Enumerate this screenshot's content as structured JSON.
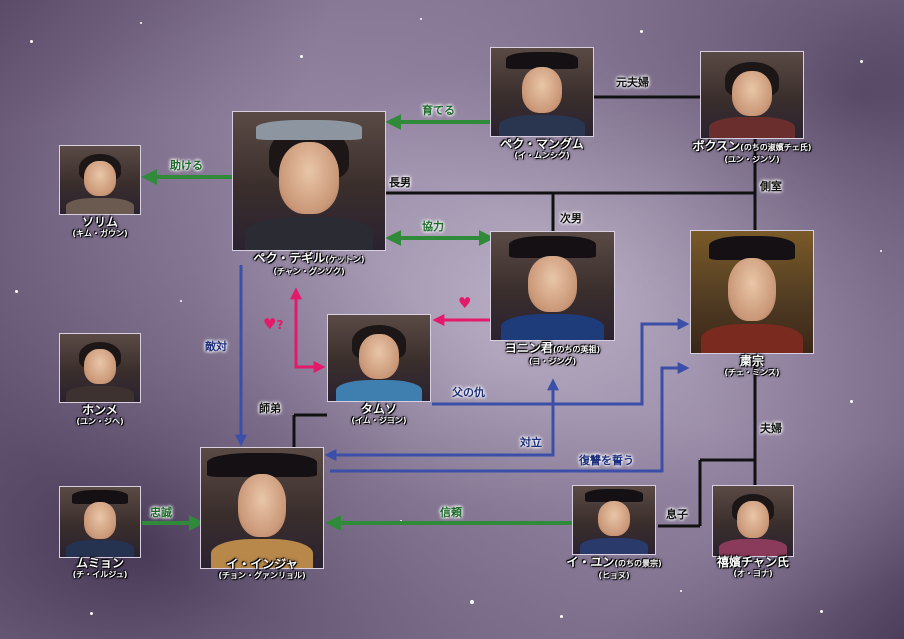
{
  "people": {
    "sorimu": {
      "name": "ソリム",
      "actor": "(キム・ガウン)"
    },
    "homme": {
      "name": "ホンメ",
      "actor": "(ユン・ジヘ)"
    },
    "muyon": {
      "name": "ムミョン",
      "actor": "(チ・イルジュ)"
    },
    "tegiru": {
      "name": "ペク・テギル",
      "note": "(ケットン)",
      "actor": "(チャン・グンソク)"
    },
    "mangumu": {
      "name": "ペク・マングム",
      "actor": "(イ・ムンシク)"
    },
    "bokusun": {
      "name": "ボクスン",
      "note": "(のちの淑嬪チェ氏)",
      "actor": "(ユン・ジンソ)"
    },
    "tamuso": {
      "name": "タムソ",
      "actor": "(イム・ジヨン)"
    },
    "yoningun": {
      "name": "ヨニン君",
      "note": "(のちの英祖)",
      "actor": "(ヨ・ジング)"
    },
    "shukusou": {
      "name": "粛宗",
      "actor": "(チェ・ミンス)"
    },
    "injwa": {
      "name": "イ・インジャ",
      "actor": "(チョン・グァンリョル)"
    },
    "iyun": {
      "name": "イ・ユン",
      "note": "(のちの景宗)",
      "actor": "(ヒョヌ)"
    },
    "chanshi": {
      "name": "禧嬪チャン氏",
      "actor": "(オ・ヨナ)"
    }
  },
  "relations": {
    "sodateru": "育てる",
    "motofufu": "元夫婦",
    "tasukeru": "助ける",
    "chonan": "長男",
    "sokushitsu": "側室",
    "kyoryoku": "協力",
    "jinan": "次男",
    "question_mark": "?",
    "tekitai": "敵対",
    "shitei": "師弟",
    "chichi_no_ada": "父の仇",
    "tairitsu": "対立",
    "fufu": "夫婦",
    "fukushu": "復讐を誓う",
    "chusei": "忠誠",
    "shinrai": "信頼",
    "musuko": "息子"
  },
  "colors": {
    "green_arrow": "#2f8a3a",
    "blue_arrow": "#3b4fa8",
    "pink_arrow": "#e3196b",
    "family_line": "#111111"
  }
}
